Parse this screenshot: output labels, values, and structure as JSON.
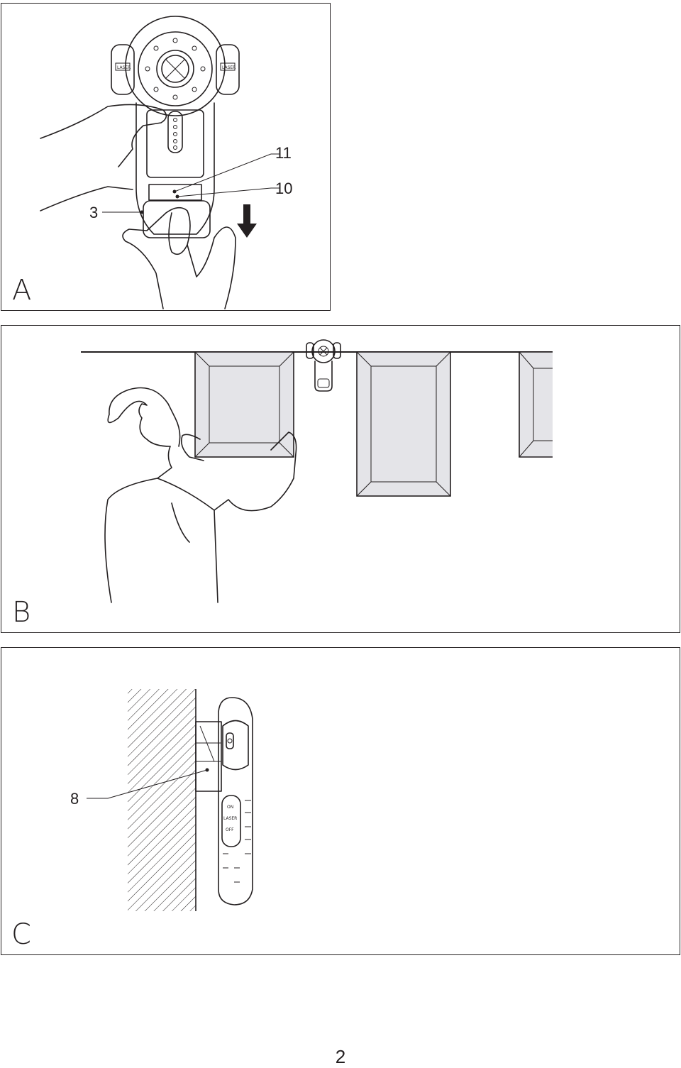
{
  "figures": [
    {
      "letter": "A",
      "callouts": [
        {
          "id": "11",
          "text": "11"
        },
        {
          "id": "10",
          "text": "10"
        },
        {
          "id": "3",
          "text": "3"
        }
      ],
      "device_labels": {
        "left_button": "LASER",
        "right_button": "LASER"
      }
    },
    {
      "letter": "B",
      "callouts": []
    },
    {
      "letter": "C",
      "callouts": [
        {
          "id": "8",
          "text": "8"
        }
      ],
      "device_labels": {
        "switch_top": "ON",
        "switch_mid": "LASER",
        "switch_bottom": "OFF"
      }
    }
  ],
  "page_number": "2",
  "colors": {
    "ink": "#231f20",
    "frame_fill": "#e4e4e8",
    "background": "#ffffff"
  }
}
